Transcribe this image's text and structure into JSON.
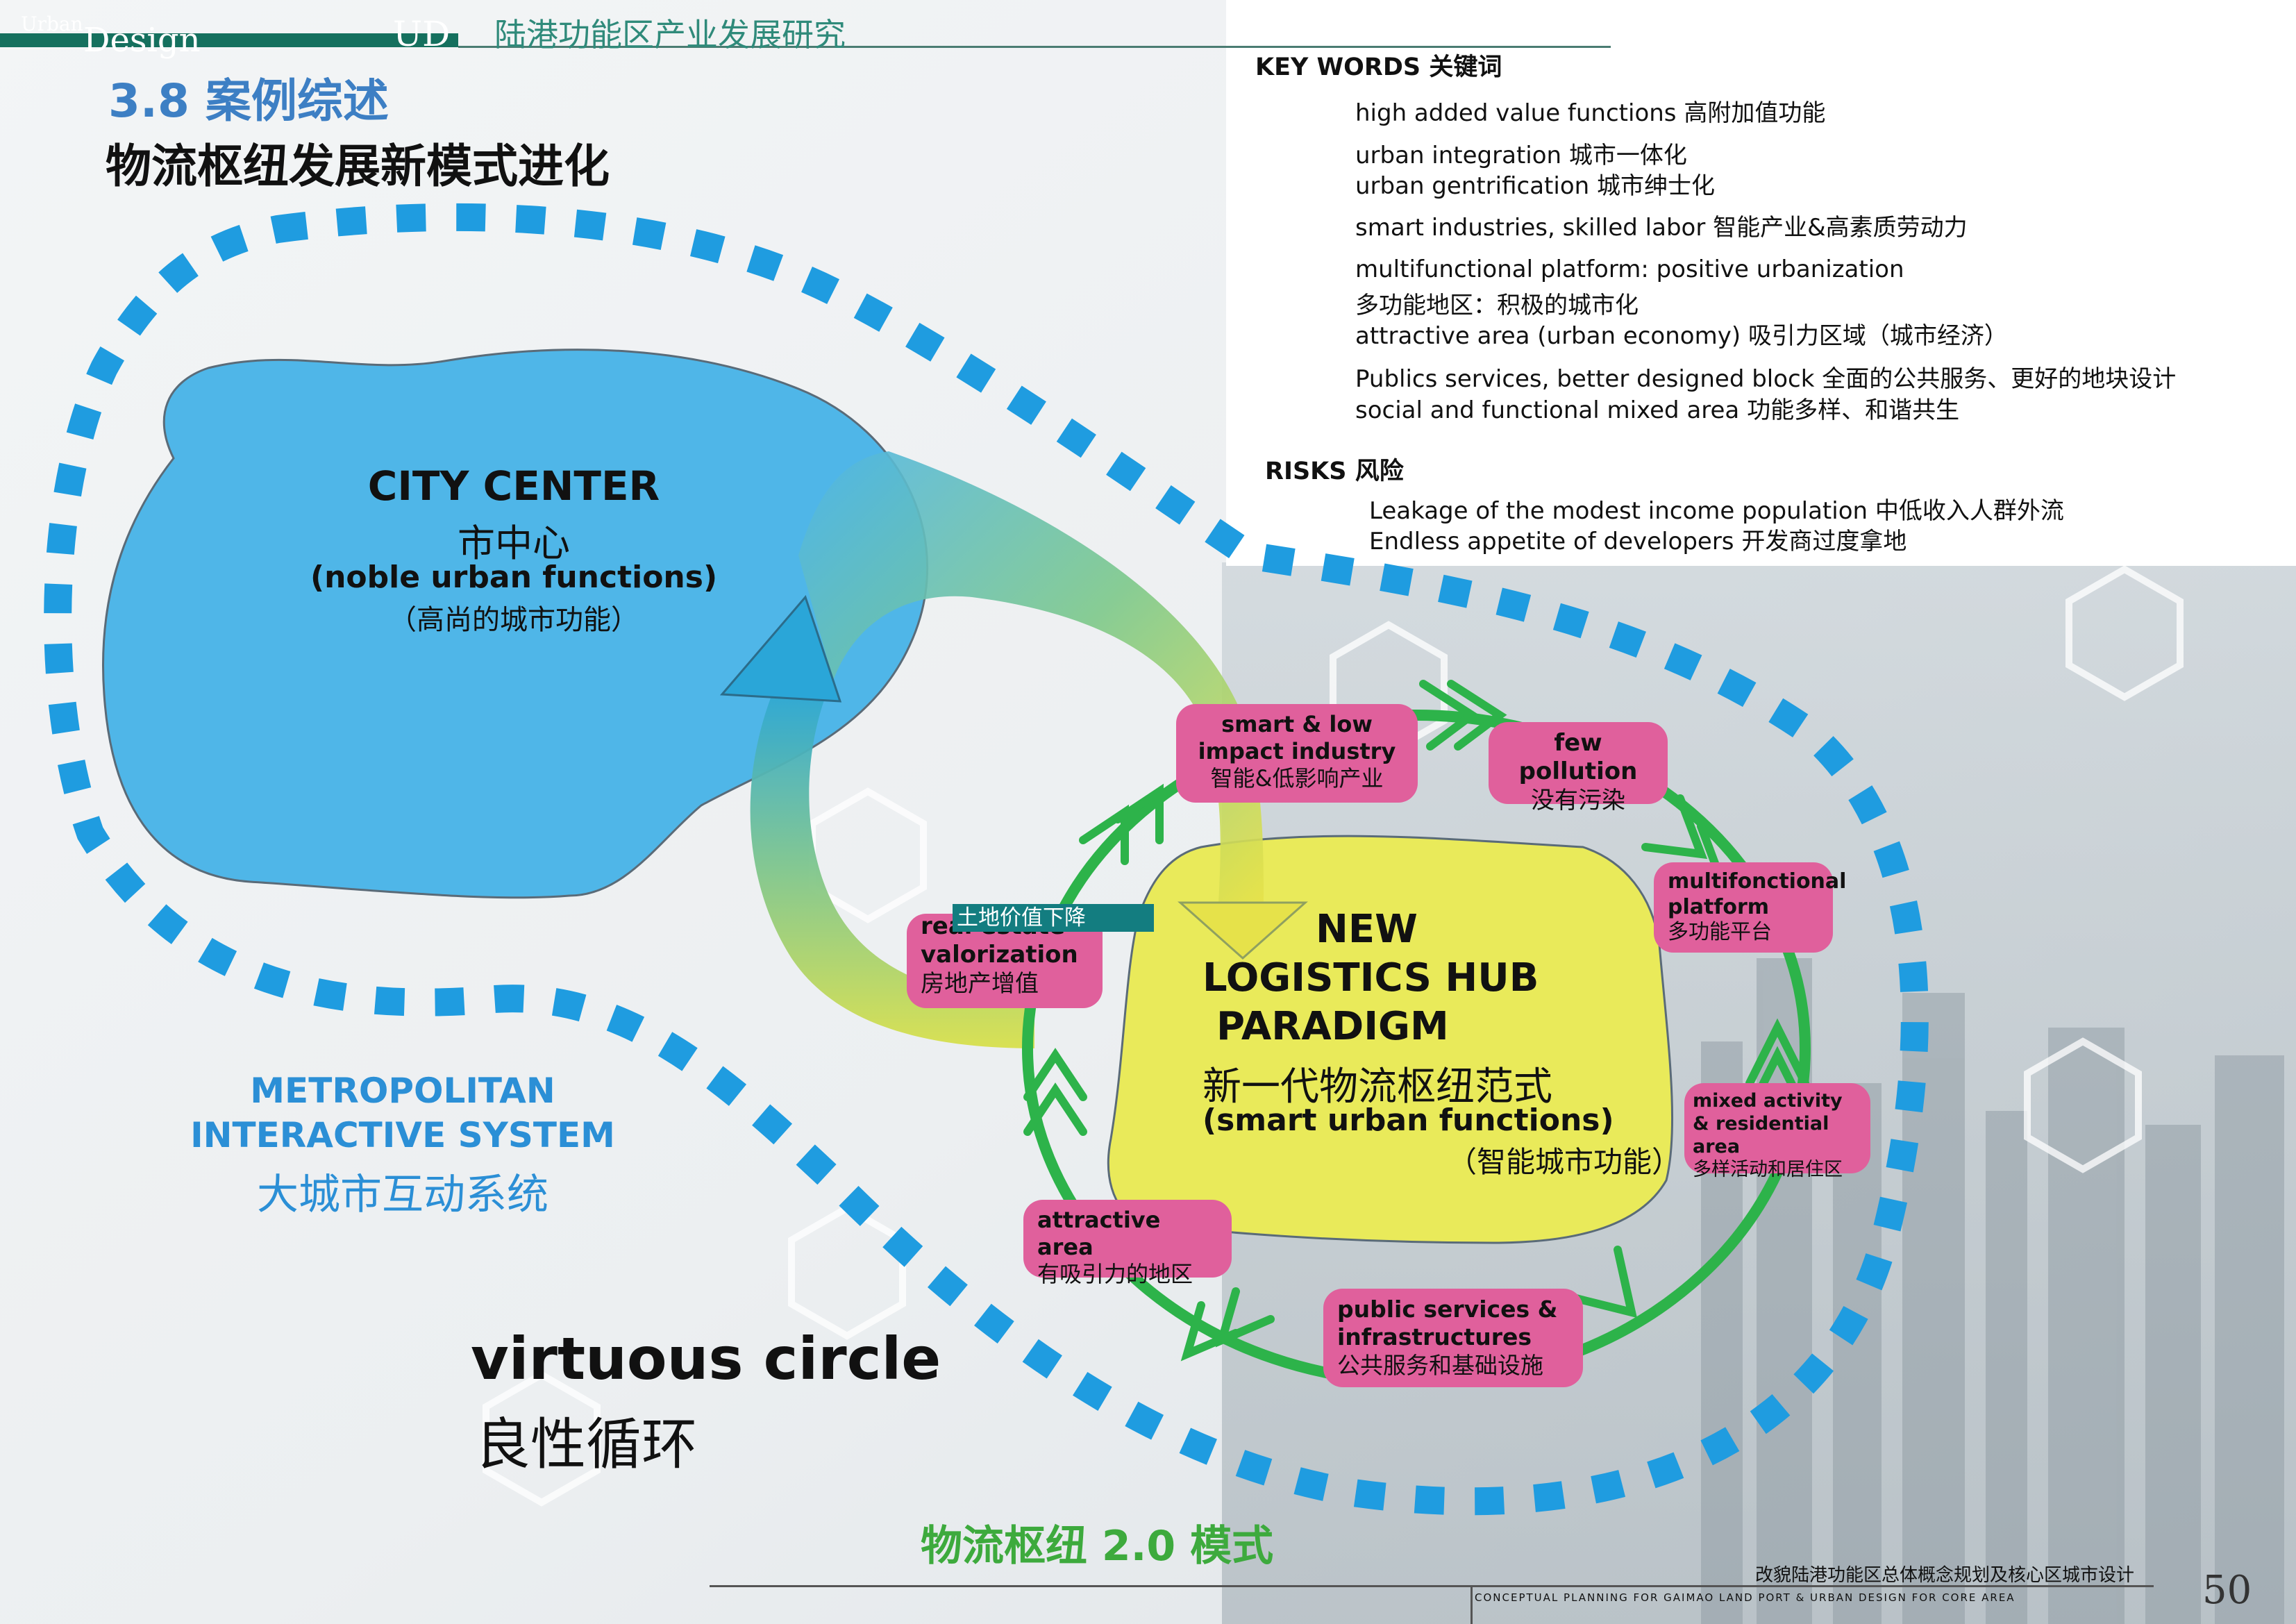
{
  "header": {
    "logo_top": "Urban",
    "logo_mid": "Design",
    "logo_mark": "UD",
    "title": "陆港功能区产业发展研究"
  },
  "section": {
    "number": "3.8 案例综述",
    "title": "物流枢纽发展新模式进化"
  },
  "keywords": {
    "heading": "KEY WORDS 关键词",
    "items": [
      "high added value functions 高附加值功能",
      "urban integration 城市一体化",
      "urban gentrification 城市绅士化",
      "smart industries, skilled labor 智能产业&高素质劳动力",
      "multifunctional platform: positive urbanization",
      " 多功能地区：积极的城市化",
      "attractive area (urban economy) 吸引力区域（城市经济）",
      "Publics services, better designed block 全面的公共服务、更好的地块设计",
      "social and functional mixed area 功能多样、和谐共生"
    ]
  },
  "risks": {
    "heading": "RISKS 风险",
    "items": [
      "Leakage of the modest income population 中低收入人群外流",
      "Endless appetite of developers 开发商过度拿地"
    ]
  },
  "city_center": {
    "title": "CITY CENTER",
    "cn": "市中心",
    "sub_en": "(noble urban functions)",
    "sub_cn": "（高尚的城市功能）"
  },
  "hub": {
    "line1": "NEW",
    "line2": "LOGISTICS HUB",
    "line3": "PARADIGM",
    "cn": "新一代物流枢纽范式",
    "sub_en": "(smart urban functions)",
    "sub_cn": "（智能城市功能）"
  },
  "metro": {
    "line1": "METROPOLITAN",
    "line2": "INTERACTIVE SYSTEM",
    "cn": "大城市互动系统"
  },
  "virtuous": {
    "en": "virtuous circle",
    "cn": "良性循环"
  },
  "model_label": "物流枢纽 2.0 模式",
  "cycle_nodes": [
    {
      "en": "smart & low impact industry",
      "cn": "智能&低影响产业"
    },
    {
      "en": "few pollution",
      "cn": "没有污染"
    },
    {
      "en": "multifonctional platform",
      "cn": "多功能平台"
    },
    {
      "en": "mixed activity & residential area",
      "cn": "多样活动和居住区"
    },
    {
      "en": "public services & infrastructures",
      "cn": "公共服务和基础设施"
    },
    {
      "en": "attractive area",
      "cn": "有吸引力的地区"
    },
    {
      "en": "real estate valorization",
      "cn": "房地产增值"
    }
  ],
  "land_value_tag": "土地价值下降",
  "footer": {
    "cn": "改貌陆港功能区总体概念规划及核心区城市设计",
    "en": "CONCEPTUAL PLANNING FOR GAIMAO LAND PORT & URBAN DESIGN FOR CORE AREA",
    "page": "50"
  },
  "colors": {
    "city_blue": "#4fb6e8",
    "hub_yellow": "#e9ea5a",
    "cycle_green": "#2db34a",
    "dash_blue": "#1f9ce0",
    "node_pink": "#e0609c",
    "metro_blue": "#2b8fd6",
    "model_green": "#3daa3d"
  }
}
